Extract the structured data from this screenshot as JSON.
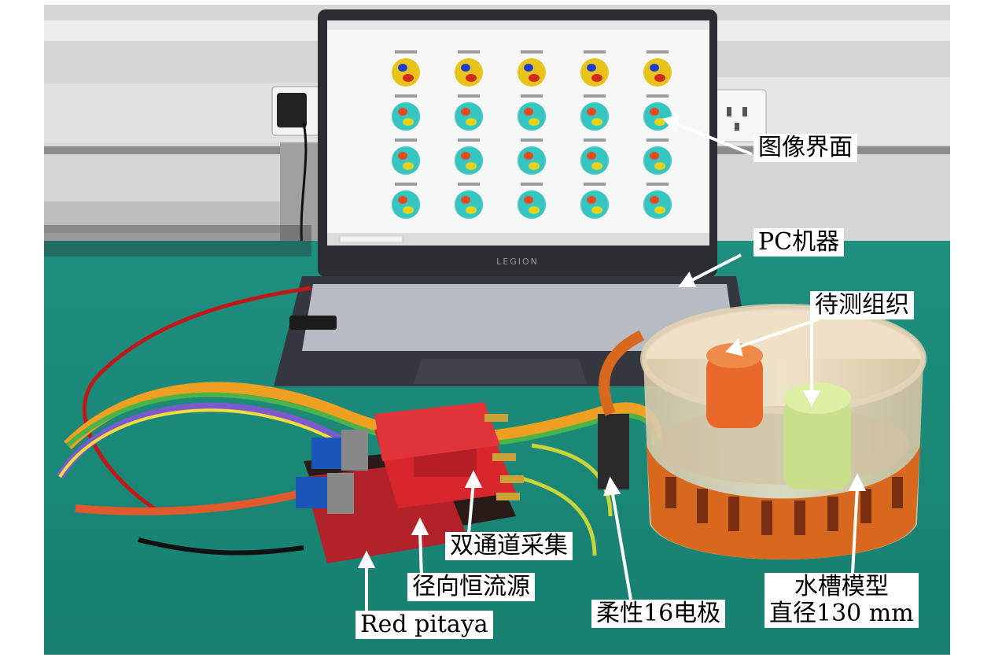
{
  "annotations": {
    "screen_ui": "图像界面",
    "pc": "PC机器",
    "tissue": "待测组织",
    "dual_channel": "双通道采集",
    "current_source": "径向恒流源",
    "red_pitaya": "Red pitaya",
    "electrode": "柔性16电极",
    "tank_line1": "水槽模型",
    "tank_line2": "直径130 mm"
  },
  "laptop": {
    "brand": "LEGION"
  },
  "colors": {
    "table": "#1e9a86",
    "wall": "#d9d9d9",
    "board_red": "#d8262c",
    "carrot": "#e8692a",
    "cucumber": "#c8e08a",
    "electrode_film": "#d8681e",
    "image_cyan": "#29c7d4"
  },
  "icons": [
    "arrow-icon",
    "power-socket-icon"
  ]
}
